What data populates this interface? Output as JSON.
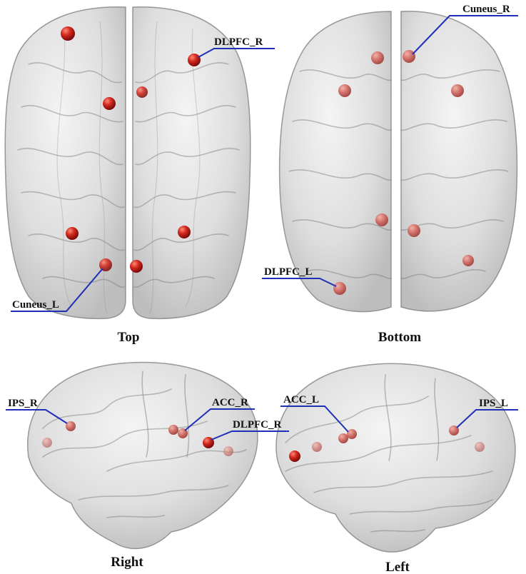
{
  "views": {
    "top": "Top",
    "bottom": "Bottom",
    "right": "Right",
    "left": "Left"
  },
  "regions": {
    "top_dlpfc_r": "DLPFC_R",
    "top_cuneus_l": "Cuneus_L",
    "bottom_cuneus_r": "Cuneus_R",
    "bottom_dlpfc_l": "DLPFC_L",
    "right_ips_r": "IPS_R",
    "right_acc_r": "ACC_R",
    "right_dlpfc_r": "DLPFC_R",
    "left_acc_l": "ACC_L",
    "left_ips_l": "IPS_L"
  },
  "colors": {
    "node": "#c81e1e",
    "node_faint": "#d77a7a",
    "leader_line": "#1f2fb8",
    "brain_surface": "#dcdcdc"
  }
}
